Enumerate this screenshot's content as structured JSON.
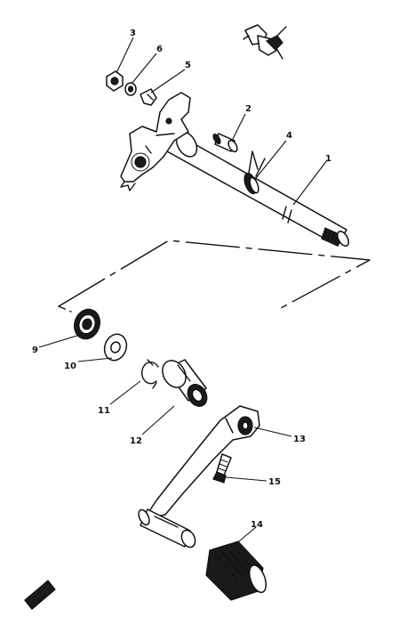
{
  "callouts": {
    "c1": "1",
    "c2": "2",
    "c3": "3",
    "c4": "4",
    "c5": "5",
    "c6": "6",
    "c9": "9",
    "c10": "10",
    "c11": "11",
    "c12": "12",
    "c13": "13",
    "c14": "14",
    "c15": "15"
  }
}
